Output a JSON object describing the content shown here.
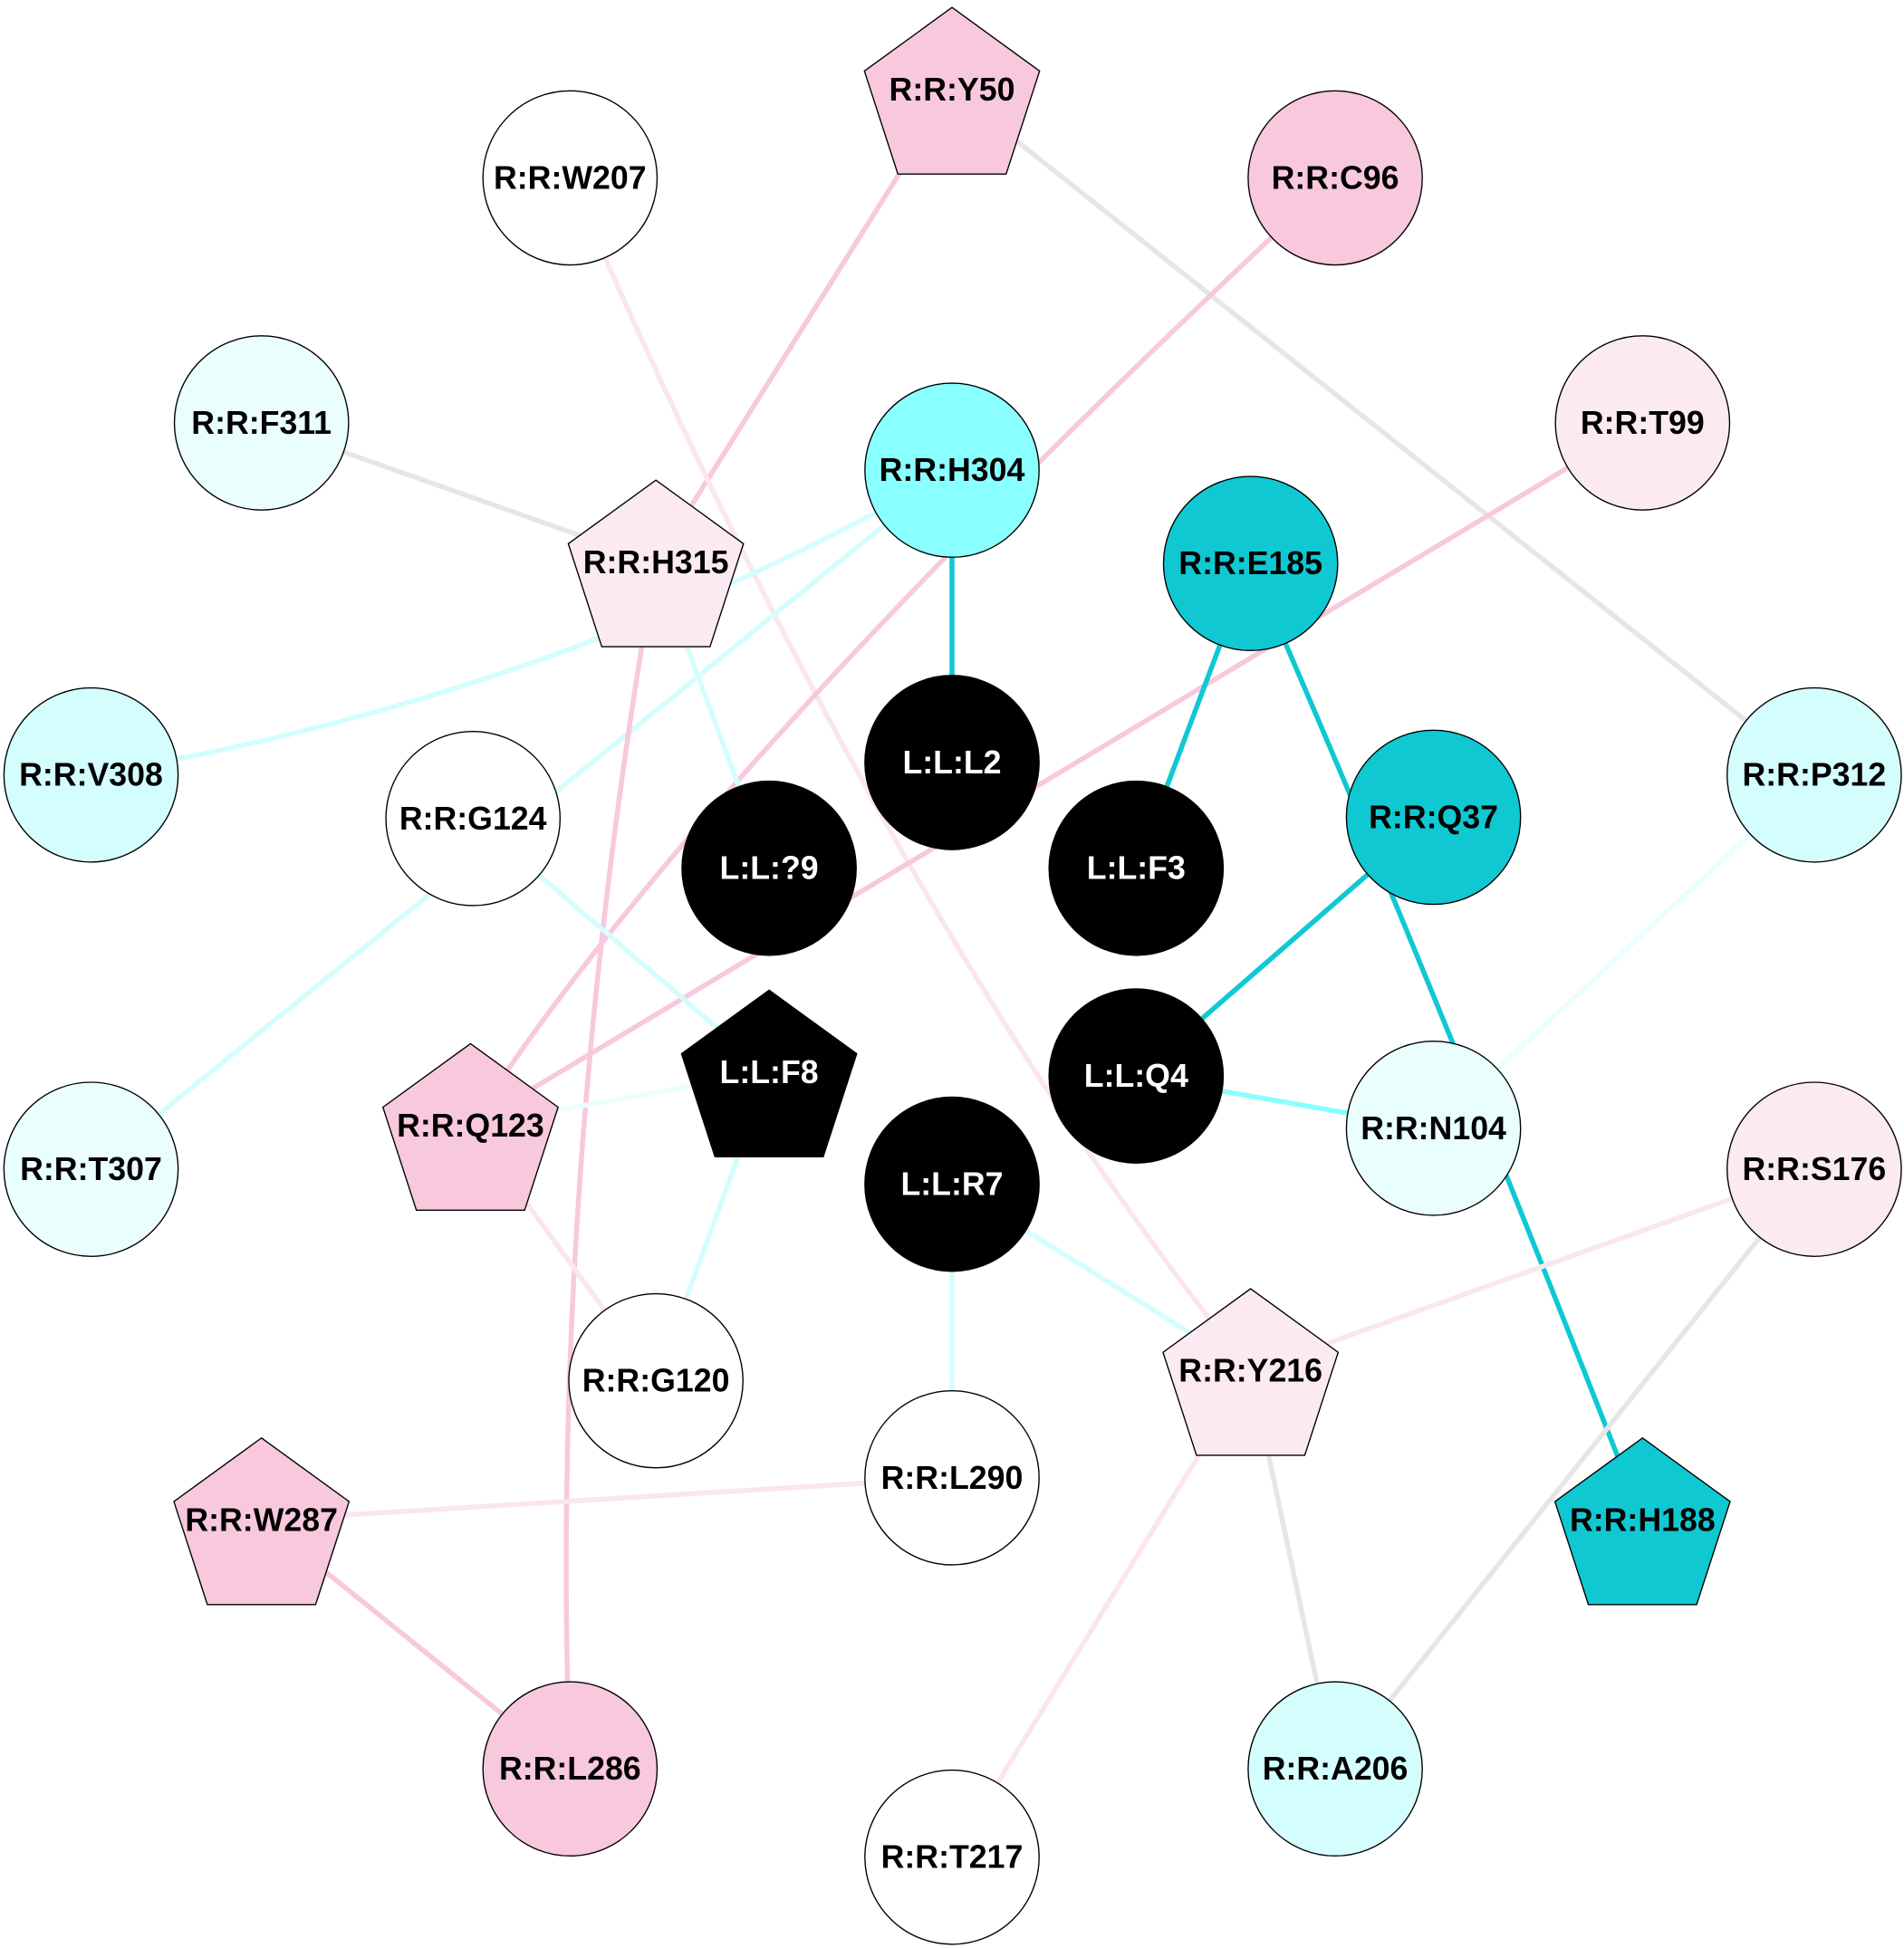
{
  "colors": {
    "pink": "#f8c8dc",
    "light_pink": "#fbeaf1",
    "white": "#ffffff",
    "black": "#000000",
    "teal": "#10c8d2",
    "cyan": "#8affff",
    "light_cyan": "#d4fdfd",
    "pale_cyan": "#eafefe",
    "gray": "#e6e6e6",
    "pale_pink_edge": "#fbe5ee"
  },
  "nodes": [
    {
      "id": "R:R:Y50",
      "shape": "pentagon",
      "color": "pink"
    },
    {
      "id": "R:R:W207",
      "shape": "circle",
      "color": "white"
    },
    {
      "id": "R:R:C96",
      "shape": "circle",
      "color": "pink"
    },
    {
      "id": "R:R:F311",
      "shape": "circle",
      "color": "pale_cyan"
    },
    {
      "id": "R:R:H304",
      "shape": "circle",
      "color": "cyan"
    },
    {
      "id": "R:R:T99",
      "shape": "circle",
      "color": "light_pink"
    },
    {
      "id": "R:R:H315",
      "shape": "pentagon",
      "color": "light_pink"
    },
    {
      "id": "R:R:E185",
      "shape": "circle",
      "color": "teal"
    },
    {
      "id": "R:R:V308",
      "shape": "circle",
      "color": "light_cyan"
    },
    {
      "id": "R:R:G124",
      "shape": "circle",
      "color": "white"
    },
    {
      "id": "L:L:L2",
      "shape": "circle",
      "color": "black"
    },
    {
      "id": "L:L:?9",
      "shape": "circle",
      "color": "black"
    },
    {
      "id": "L:L:F3",
      "shape": "circle",
      "color": "black"
    },
    {
      "id": "R:R:Q37",
      "shape": "circle",
      "color": "teal"
    },
    {
      "id": "R:R:P312",
      "shape": "circle",
      "color": "light_cyan"
    },
    {
      "id": "L:L:F8",
      "shape": "pentagon",
      "color": "black"
    },
    {
      "id": "L:L:Q4",
      "shape": "circle",
      "color": "black"
    },
    {
      "id": "R:R:Q123",
      "shape": "pentagon",
      "color": "pink"
    },
    {
      "id": "R:R:N104",
      "shape": "circle",
      "color": "pale_cyan"
    },
    {
      "id": "R:R:T307",
      "shape": "circle",
      "color": "pale_cyan"
    },
    {
      "id": "R:R:S176",
      "shape": "circle",
      "color": "light_pink"
    },
    {
      "id": "L:L:R7",
      "shape": "circle",
      "color": "black"
    },
    {
      "id": "R:R:Y216",
      "shape": "pentagon",
      "color": "light_pink"
    },
    {
      "id": "R:R:G120",
      "shape": "circle",
      "color": "white"
    },
    {
      "id": "R:R:L290",
      "shape": "circle",
      "color": "white"
    },
    {
      "id": "R:R:W287",
      "shape": "pentagon",
      "color": "pink"
    },
    {
      "id": "R:R:H188",
      "shape": "pentagon",
      "color": "teal"
    },
    {
      "id": "R:R:L286",
      "shape": "circle",
      "color": "pink"
    },
    {
      "id": "R:R:A206",
      "shape": "circle",
      "color": "light_cyan"
    },
    {
      "id": "R:R:T217",
      "shape": "circle",
      "color": "white"
    }
  ],
  "edges": [
    {
      "from": "R:R:Y50",
      "to": "R:R:H315",
      "color": "pink"
    },
    {
      "from": "R:R:Y50",
      "to": "R:R:P312",
      "color": "gray"
    },
    {
      "from": "R:R:W207",
      "to": "R:R:Y216",
      "color": "pale_pink_edge"
    },
    {
      "from": "R:R:C96",
      "to": "R:R:Q123",
      "color": "pink"
    },
    {
      "from": "R:R:F311",
      "to": "R:R:H315",
      "color": "gray"
    },
    {
      "from": "R:R:H304",
      "to": "L:L:L2",
      "color": "teal"
    },
    {
      "from": "R:R:H304",
      "to": "R:R:V308",
      "color": "light_cyan"
    },
    {
      "from": "R:R:H304",
      "to": "R:R:T307",
      "color": "light_cyan"
    },
    {
      "from": "R:R:H315",
      "to": "L:L:?9",
      "color": "light_cyan"
    },
    {
      "from": "R:R:H315",
      "to": "R:R:L286",
      "color": "pink"
    },
    {
      "from": "R:R:T99",
      "to": "R:R:Q123",
      "color": "pink"
    },
    {
      "from": "R:R:E185",
      "to": "L:L:F3",
      "color": "teal"
    },
    {
      "from": "R:R:E185",
      "to": "R:R:H188",
      "color": "teal"
    },
    {
      "from": "R:R:Q37",
      "to": "L:L:Q4",
      "color": "teal"
    },
    {
      "from": "R:R:P312",
      "to": "R:R:N104",
      "color": "pale_cyan"
    },
    {
      "from": "R:R:G124",
      "to": "L:L:F8",
      "color": "light_cyan"
    },
    {
      "from": "L:L:Q4",
      "to": "R:R:N104",
      "color": "cyan"
    },
    {
      "from": "R:R:Q123",
      "to": "L:L:F8",
      "color": "pale_cyan"
    },
    {
      "from": "R:R:Q123",
      "to": "R:R:G120",
      "color": "pale_pink_edge"
    },
    {
      "from": "L:L:F8",
      "to": "R:R:G120",
      "color": "light_cyan"
    },
    {
      "from": "L:L:R7",
      "to": "R:R:Y216",
      "color": "light_cyan"
    },
    {
      "from": "L:L:R7",
      "to": "R:R:L290",
      "color": "light_cyan"
    },
    {
      "from": "R:R:S176",
      "to": "R:R:Y216",
      "color": "pale_pink_edge"
    },
    {
      "from": "R:R:S176",
      "to": "R:R:A206",
      "color": "gray"
    },
    {
      "from": "R:R:Y216",
      "to": "R:R:A206",
      "color": "gray"
    },
    {
      "from": "R:R:Y216",
      "to": "R:R:T217",
      "color": "pale_pink_edge"
    },
    {
      "from": "R:R:L290",
      "to": "R:R:W287",
      "color": "pale_pink_edge"
    },
    {
      "from": "R:R:W287",
      "to": "R:R:L286",
      "color": "pink"
    }
  ]
}
